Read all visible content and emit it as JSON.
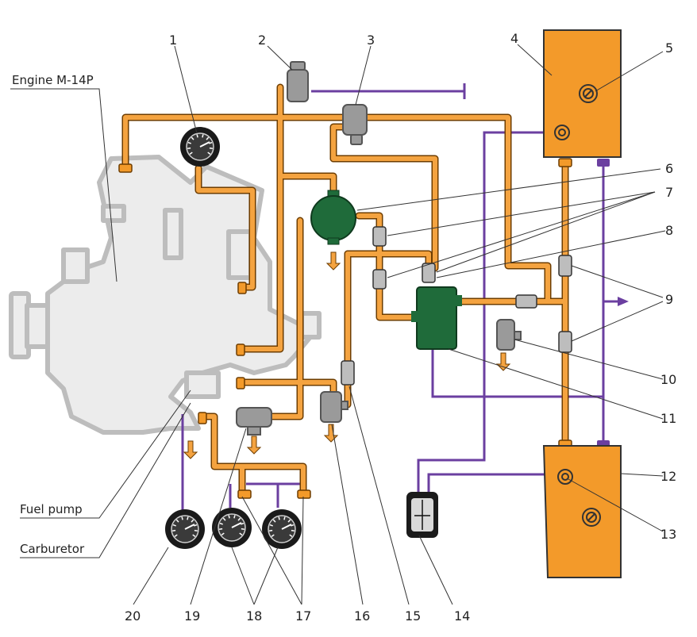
{
  "texts": {
    "engine": "Engine M-14P",
    "fuel_pump": "Fuel pump",
    "carburetor": "Carburetor"
  },
  "numbers": [
    "1",
    "2",
    "3",
    "4",
    "5",
    "6",
    "7",
    "8",
    "9",
    "10",
    "11",
    "12",
    "13",
    "14",
    "15",
    "16",
    "17",
    "18",
    "19",
    "20"
  ],
  "colors": {
    "fuel_line": "#f4a340",
    "fuel_line_edge": "#6e3d00",
    "wire": "#6b3fa0",
    "tank": "#f39a2a",
    "filter": "#1f6b3a",
    "component": "#9a9a9a"
  },
  "icons": {
    "gauge": "pressure-gauge-icon",
    "arrow": "drain-arrow-icon"
  }
}
